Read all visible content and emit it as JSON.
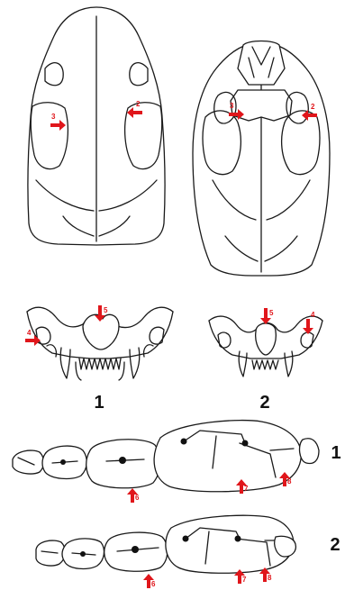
{
  "panel_labels": {
    "skull_1": "1",
    "skull_2": "2",
    "toothrow_1": "1",
    "toothrow_2": "2"
  },
  "arrow_labels": {
    "s1_left": "3",
    "s1_right": "2",
    "s2_left": "3",
    "s2_right": "2",
    "f1_top": "5",
    "f1_left": "4",
    "f2_top": "5",
    "f2_right": "4",
    "t1_a": "6",
    "t1_b": "7",
    "t1_c": "8",
    "t2_a": "6",
    "t2_b": "7",
    "t2_c": "8"
  },
  "colors": {
    "arrow": "#e0161b",
    "line": "#1a1a1a",
    "background": "#ffffff"
  }
}
